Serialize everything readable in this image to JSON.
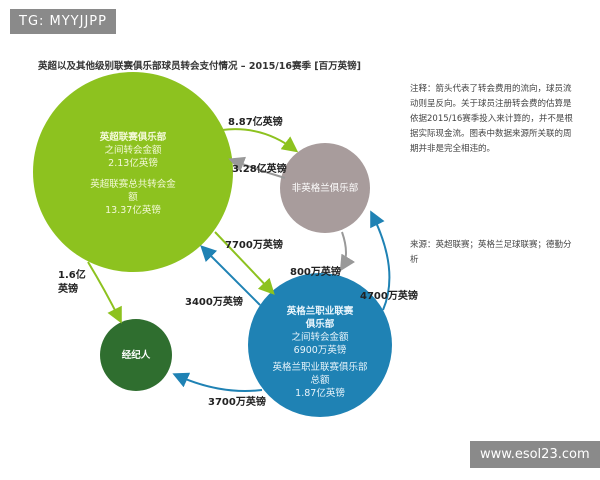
{
  "watermark_top": "TG: MYYJJPP",
  "watermark_bottom": "www.esol23.com",
  "title": "英超以及其他级别联赛俱乐部球员转会支付情况 – 2015/16赛季 [百万英镑]",
  "note": "注释：箭头代表了转会费用的流向，球员流动则呈反向。关于球员注册转会费的估算是依据2015/16赛季投入来计算的，并不是根据实际现金流。图表中数据来源所关联的周期并非是完全相违的。",
  "source": "来源：英超联赛；英格兰足球联赛；德勤分析",
  "nodes": {
    "premier": {
      "name": "英超联赛俱乐部",
      "l1": "之间转会金额",
      "v1": "2.13亿英镑",
      "l2": "英超联赛总共转会金",
      "l3": "额",
      "v2": "13.37亿英镑",
      "color": "#8dc21f"
    },
    "non_english": {
      "name": "非英格兰俱乐部",
      "color": "#a89c9c"
    },
    "efl": {
      "name1": "英格兰职业联赛",
      "name2": "俱乐部",
      "l1": "之间转会金额",
      "v1": "6900万英镑",
      "l2": "英格兰职业联赛俱乐部",
      "l3": "总额",
      "v2": "1.87亿英镑",
      "color": "#1f82b4"
    },
    "agent": {
      "name": "经纪人",
      "color": "#2f6e2f"
    }
  },
  "flows": {
    "pl_to_non": "8.87亿英镑",
    "non_to_pl": "3.28亿英镑",
    "pl_to_efl": "7700万英镑",
    "efl_to_pl": "3400万英镑",
    "non_to_efl": "800万英镑",
    "efl_to_non": "4700万英镑",
    "pl_to_agent_1": "1.6亿",
    "pl_to_agent_2": "英镑",
    "efl_to_agent": "3700万英镑"
  }
}
